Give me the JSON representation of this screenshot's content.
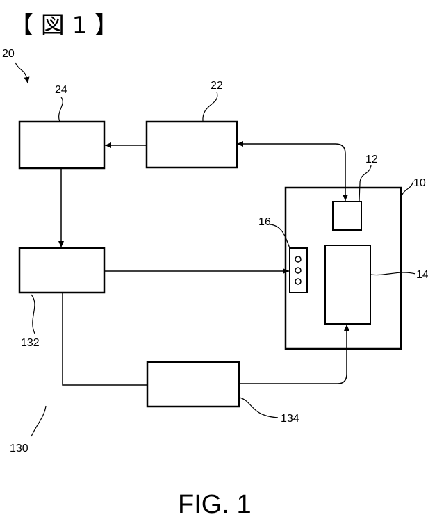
{
  "figure_header": "【 図 1 】",
  "caption": "FIG. 1",
  "labels": {
    "system_ref": "20",
    "ref_24": "24",
    "ref_22": "22",
    "ref_12": "12",
    "ref_10": "10",
    "ref_16": "16",
    "ref_14": "14",
    "ref_132": "132",
    "ref_134": "134",
    "ref_130": "130"
  }
}
